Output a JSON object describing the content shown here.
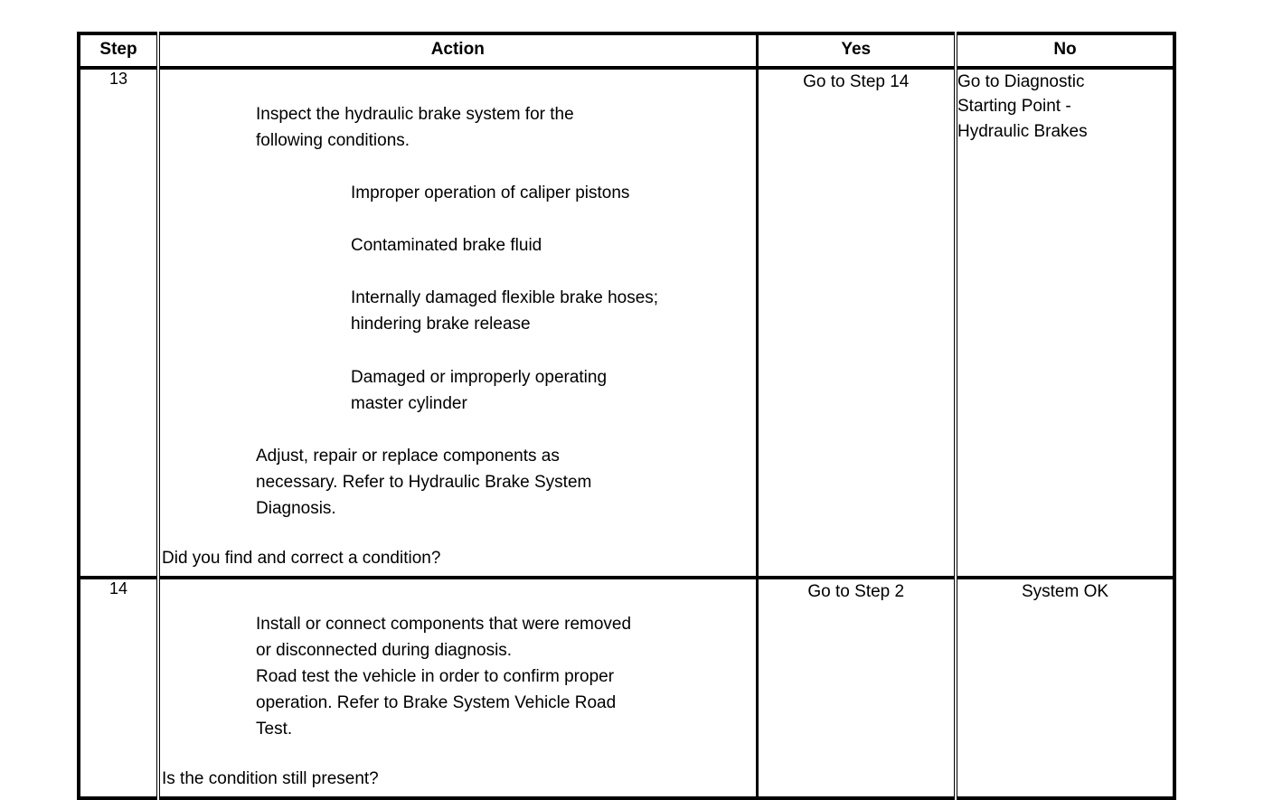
{
  "table": {
    "headers": {
      "step": "Step",
      "action": "Action",
      "yes": "Yes",
      "no": "No"
    },
    "rows": [
      {
        "step": "13",
        "action_intro": "Inspect the hydraulic brake system for the\nfollowing conditions.",
        "action_bullets": [
          "Improper operation of caliper pistons",
          "Contaminated brake fluid",
          "Internally damaged flexible brake hoses;\nhindering brake release",
          "Damaged or improperly operating\nmaster cylinder"
        ],
        "action_outro": "Adjust, repair or replace components as\nnecessary. Refer to Hydraulic Brake System\nDiagnosis.",
        "question": "Did you find and correct a condition?",
        "yes": "Go to Step 14",
        "no": "Go to Diagnostic\nStarting Point -\nHydraulic Brakes"
      },
      {
        "step": "14",
        "action_intro": "Install or connect components that were removed\nor disconnected during diagnosis.\nRoad test the vehicle in order to confirm proper\noperation. Refer to Brake System Vehicle Road\nTest.",
        "action_bullets": [],
        "action_outro": "",
        "question": "Is the condition still present?",
        "yes": "Go to Step 2",
        "no": "System OK"
      }
    ]
  },
  "colors": {
    "border": "#000000",
    "background": "#ffffff",
    "text": "#000000"
  }
}
